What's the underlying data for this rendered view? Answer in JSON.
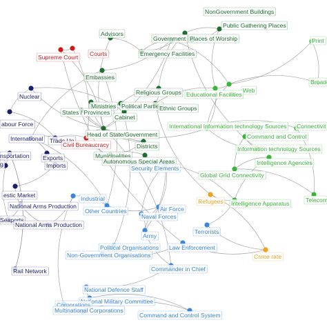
{
  "colors": {
    "darkgreen": "#1e6e2f",
    "green": "#3cb43c",
    "red": "#cc1a1a",
    "navy": "#1a1f6b",
    "blue": "#3a86d8",
    "orange": "#f0a020"
  },
  "nodes": [
    {
      "id": "nongov-buildings",
      "label": "NonGovernment Buildings",
      "group": "darkgreen"
    },
    {
      "id": "public-gathering",
      "label": "Public Gathering Places",
      "group": "darkgreen"
    },
    {
      "id": "advisors",
      "label": "Advisors",
      "group": "darkgreen"
    },
    {
      "id": "government",
      "label": "Government",
      "group": "darkgreen"
    },
    {
      "id": "places-worship",
      "label": "Places of Worship",
      "group": "darkgreen"
    },
    {
      "id": "print",
      "label": "Print",
      "group": "green"
    },
    {
      "id": "supreme-court",
      "label": "Supreme Court",
      "group": "red"
    },
    {
      "id": "courts",
      "label": "Courts",
      "group": "red"
    },
    {
      "id": "emergency-facilities",
      "label": "Emergency Facilities",
      "group": "darkgreen"
    },
    {
      "id": "embassies",
      "label": "Embassies",
      "group": "darkgreen"
    },
    {
      "id": "broadcast",
      "label": "Broadc",
      "group": "green"
    },
    {
      "id": "nuclear",
      "label": "Nuclear",
      "group": "navy"
    },
    {
      "id": "web",
      "label": "Web",
      "group": "green"
    },
    {
      "id": "religious-groups",
      "label": "Religious Groups",
      "group": "darkgreen"
    },
    {
      "id": "educational-facilities",
      "label": "Educational Facilities",
      "group": "green"
    },
    {
      "id": "ministries",
      "label": "Ministries",
      "group": "darkgreen"
    },
    {
      "id": "political-parties",
      "label": "Political Parties",
      "group": "darkgreen"
    },
    {
      "id": "ethnic-groups",
      "label": "Ethnic Groups",
      "group": "darkgreen"
    },
    {
      "id": "labour-force",
      "label": "abour Force",
      "group": "navy"
    },
    {
      "id": "states-provinces",
      "label": "States / Provinces",
      "group": "darkgreen"
    },
    {
      "id": "cabinet",
      "label": "Cabinet",
      "group": "darkgreen"
    },
    {
      "id": "head-of-state",
      "label": "Head of State/Government",
      "group": "darkgreen"
    },
    {
      "id": "intl-it-sources",
      "label": "International Information technology Sources",
      "group": "green"
    },
    {
      "id": "connectivity",
      "label": "Connectivit",
      "group": "green"
    },
    {
      "id": "international",
      "label": "International",
      "group": "navy"
    },
    {
      "id": "trade-unions",
      "label": "Trade Un",
      "group": "navy"
    },
    {
      "id": "civil-bureaucracy",
      "label": "Civil Bureaucracy",
      "group": "red"
    },
    {
      "id": "command-control",
      "label": "Command and Control",
      "group": "green"
    },
    {
      "id": "districts",
      "label": "Districts",
      "group": "darkgreen"
    },
    {
      "id": "transportation",
      "label": "nsportation",
      "group": "navy"
    },
    {
      "id": "exports",
      "label": "Exports",
      "group": "navy"
    },
    {
      "id": "it-sources",
      "label": "Information technology Sources",
      "group": "green"
    },
    {
      "id": "municipalities",
      "label": "Municipalities",
      "group": "darkgreen"
    },
    {
      "id": "autonomous",
      "label": "Autonomous Special Areas",
      "group": "darkgreen"
    },
    {
      "id": "intelligence-agencies",
      "label": "Intelligence Agencies",
      "group": "green"
    },
    {
      "id": "security-elements",
      "label": "Security Elements",
      "group": "blue"
    },
    {
      "id": "imports",
      "label": "Imports",
      "group": "navy"
    },
    {
      "id": "left-label",
      "label": "g",
      "group": "navy"
    },
    {
      "id": "global-grid",
      "label": "Global Grid Connectivity",
      "group": "green"
    },
    {
      "id": "telecom",
      "label": "Telecom",
      "group": "green"
    },
    {
      "id": "domestic-market",
      "label": "estic Market",
      "group": "navy"
    },
    {
      "id": "industrial",
      "label": "Industrial",
      "group": "blue"
    },
    {
      "id": "refugees",
      "label": "Refugees",
      "group": "orange"
    },
    {
      "id": "intelligence-apparatus",
      "label": "Intelligence Apparatus",
      "group": "green"
    },
    {
      "id": "national-arms-production-1",
      "label": "National Arms Production",
      "group": "navy"
    },
    {
      "id": "air-force",
      "label": "Air Force",
      "group": "blue"
    },
    {
      "id": "other-countries",
      "label": "Other Countries",
      "group": "blue"
    },
    {
      "id": "naval-forces",
      "label": "Naval Forces",
      "group": "blue"
    },
    {
      "id": "seaports",
      "label": "Seaports",
      "group": "navy"
    },
    {
      "id": "national-arms-production-2",
      "label": "National Arms Production",
      "group": "navy"
    },
    {
      "id": "terrorists",
      "label": "Terrorists",
      "group": "blue"
    },
    {
      "id": "army",
      "label": "Army",
      "group": "blue"
    },
    {
      "id": "political-organisations",
      "label": "Political Organisations",
      "group": "blue"
    },
    {
      "id": "law-enforcement",
      "label": "Law Enforcement",
      "group": "blue"
    },
    {
      "id": "ngos",
      "label": "Non-Government Organisations",
      "group": "blue"
    },
    {
      "id": "crime-rate",
      "label": "Crime rate",
      "group": "orange"
    },
    {
      "id": "commander-in-chief",
      "label": "Commander in Chief",
      "group": "blue"
    },
    {
      "id": "rail-network",
      "label": "Rail Network",
      "group": "navy"
    },
    {
      "id": "national-defence-staff",
      "label": "National Defence Staff",
      "group": "blue"
    },
    {
      "id": "national-military-committee",
      "label": "National Military Committee",
      "group": "blue"
    },
    {
      "id": "corporations",
      "label": "Corporations",
      "group": "blue"
    },
    {
      "id": "multinational-corporations",
      "label": "Multinational Corporations",
      "group": "blue"
    },
    {
      "id": "command-control-system",
      "label": "Command and Control System",
      "group": "blue"
    }
  ],
  "edges": [
    [
      "head-of-state",
      "cabinet"
    ],
    [
      "head-of-state",
      "ministries"
    ],
    [
      "head-of-state",
      "civil-bureaucracy"
    ],
    [
      "head-of-state",
      "advisors"
    ],
    [
      "head-of-state",
      "government"
    ],
    [
      "head-of-state",
      "states-provinces"
    ],
    [
      "head-of-state",
      "districts"
    ],
    [
      "head-of-state",
      "commander-in-chief"
    ],
    [
      "head-of-state",
      "supreme-court"
    ],
    [
      "government",
      "places-worship"
    ],
    [
      "government",
      "emergency-facilities"
    ],
    [
      "government",
      "embassies"
    ],
    [
      "public-gathering",
      "nongov-buildings"
    ],
    [
      "public-gathering",
      "places-worship"
    ],
    [
      "public-gathering",
      "educational-facilities"
    ],
    [
      "nongov-buildings",
      "emergency-facilities"
    ],
    [
      "nongov-buildings",
      "religious-groups"
    ],
    [
      "religious-groups",
      "ethnic-groups"
    ],
    [
      "religious-groups",
      "political-parties"
    ],
    [
      "political-parties",
      "ministries"
    ],
    [
      "ethnic-groups",
      "refugees"
    ],
    [
      "political-parties",
      "political-organisations"
    ],
    [
      "supreme-court",
      "courts"
    ],
    [
      "courts",
      "civil-bureaucracy"
    ],
    [
      "supreme-court",
      "law-enforcement"
    ],
    [
      "embassies",
      "other-countries"
    ],
    [
      "embassies",
      "international"
    ],
    [
      "web",
      "broadcast"
    ],
    [
      "web",
      "print"
    ],
    [
      "web",
      "educational-facilities"
    ],
    [
      "web",
      "intl-it-sources"
    ],
    [
      "intl-it-sources",
      "connectivity"
    ],
    [
      "intl-it-sources",
      "it-sources"
    ],
    [
      "it-sources",
      "command-control"
    ],
    [
      "command-control",
      "global-grid"
    ],
    [
      "global-grid",
      "intelligence-agencies"
    ],
    [
      "intelligence-agencies",
      "intelligence-apparatus"
    ],
    [
      "global-grid",
      "telecom"
    ],
    [
      "intelligence-apparatus",
      "security-elements"
    ],
    [
      "intelligence-apparatus",
      "terrorists"
    ],
    [
      "terrorists",
      "crime-rate"
    ],
    [
      "refugees",
      "crime-rate"
    ],
    [
      "refugees",
      "intelligence-apparatus"
    ],
    [
      "security-elements",
      "air-force"
    ],
    [
      "security-elements",
      "naval-forces"
    ],
    [
      "security-elements",
      "army"
    ],
    [
      "air-force",
      "army"
    ],
    [
      "naval-forces",
      "army"
    ],
    [
      "army",
      "commander-in-chief"
    ],
    [
      "commander-in-chief",
      "national-defence-staff"
    ],
    [
      "national-defence-staff",
      "national-military-committee"
    ],
    [
      "national-military-committee",
      "command-control-system"
    ],
    [
      "corporations",
      "multinational-corporations"
    ],
    [
      "multinational-corporations",
      "command-control-system"
    ],
    [
      "law-enforcement",
      "crime-rate"
    ],
    [
      "law-enforcement",
      "ngos"
    ],
    [
      "ngos",
      "political-organisations"
    ],
    [
      "industrial",
      "other-countries"
    ],
    [
      "other-countries",
      "air-force"
    ],
    [
      "industrial",
      "national-arms-production-2"
    ],
    [
      "national-arms-production-1",
      "national-arms-production-2"
    ],
    [
      "national-arms-production-1",
      "domestic-market"
    ],
    [
      "domestic-market",
      "imports"
    ],
    [
      "imports",
      "exports"
    ],
    [
      "exports",
      "international"
    ],
    [
      "international",
      "trade-unions"
    ],
    [
      "trade-unions",
      "labour-force"
    ],
    [
      "labour-force",
      "nuclear"
    ],
    [
      "transportation",
      "seaports"
    ],
    [
      "transportation",
      "rail-network"
    ],
    [
      "seaports",
      "national-arms-production-1"
    ],
    [
      "trade-unions",
      "civil-bureaucracy"
    ],
    [
      "civil-bureaucracy",
      "municipalities"
    ],
    [
      "municipalities",
      "autonomous"
    ],
    [
      "autonomous",
      "security-elements"
    ],
    [
      "districts",
      "municipalities"
    ],
    [
      "states-provinces",
      "districts"
    ],
    [
      "educational-facilities",
      "intl-it-sources"
    ],
    [
      "educational-facilities",
      "ethnic-groups"
    ],
    [
      "nuclear",
      "cabinet"
    ],
    [
      "nuclear",
      "head-of-state"
    ],
    [
      "international",
      "other-countries"
    ],
    [
      "rail-network",
      "transportation"
    ],
    [
      "advisors",
      "emergency-facilities"
    ],
    [
      "nongov-buildings",
      "it-sources"
    ],
    [
      "government",
      "web"
    ],
    [
      "head-of-state",
      "intl-it-sources"
    ],
    [
      "print",
      "broadcast"
    ],
    [
      "telecom",
      "connectivity"
    ],
    [
      "corporations",
      "industrial"
    ]
  ]
}
